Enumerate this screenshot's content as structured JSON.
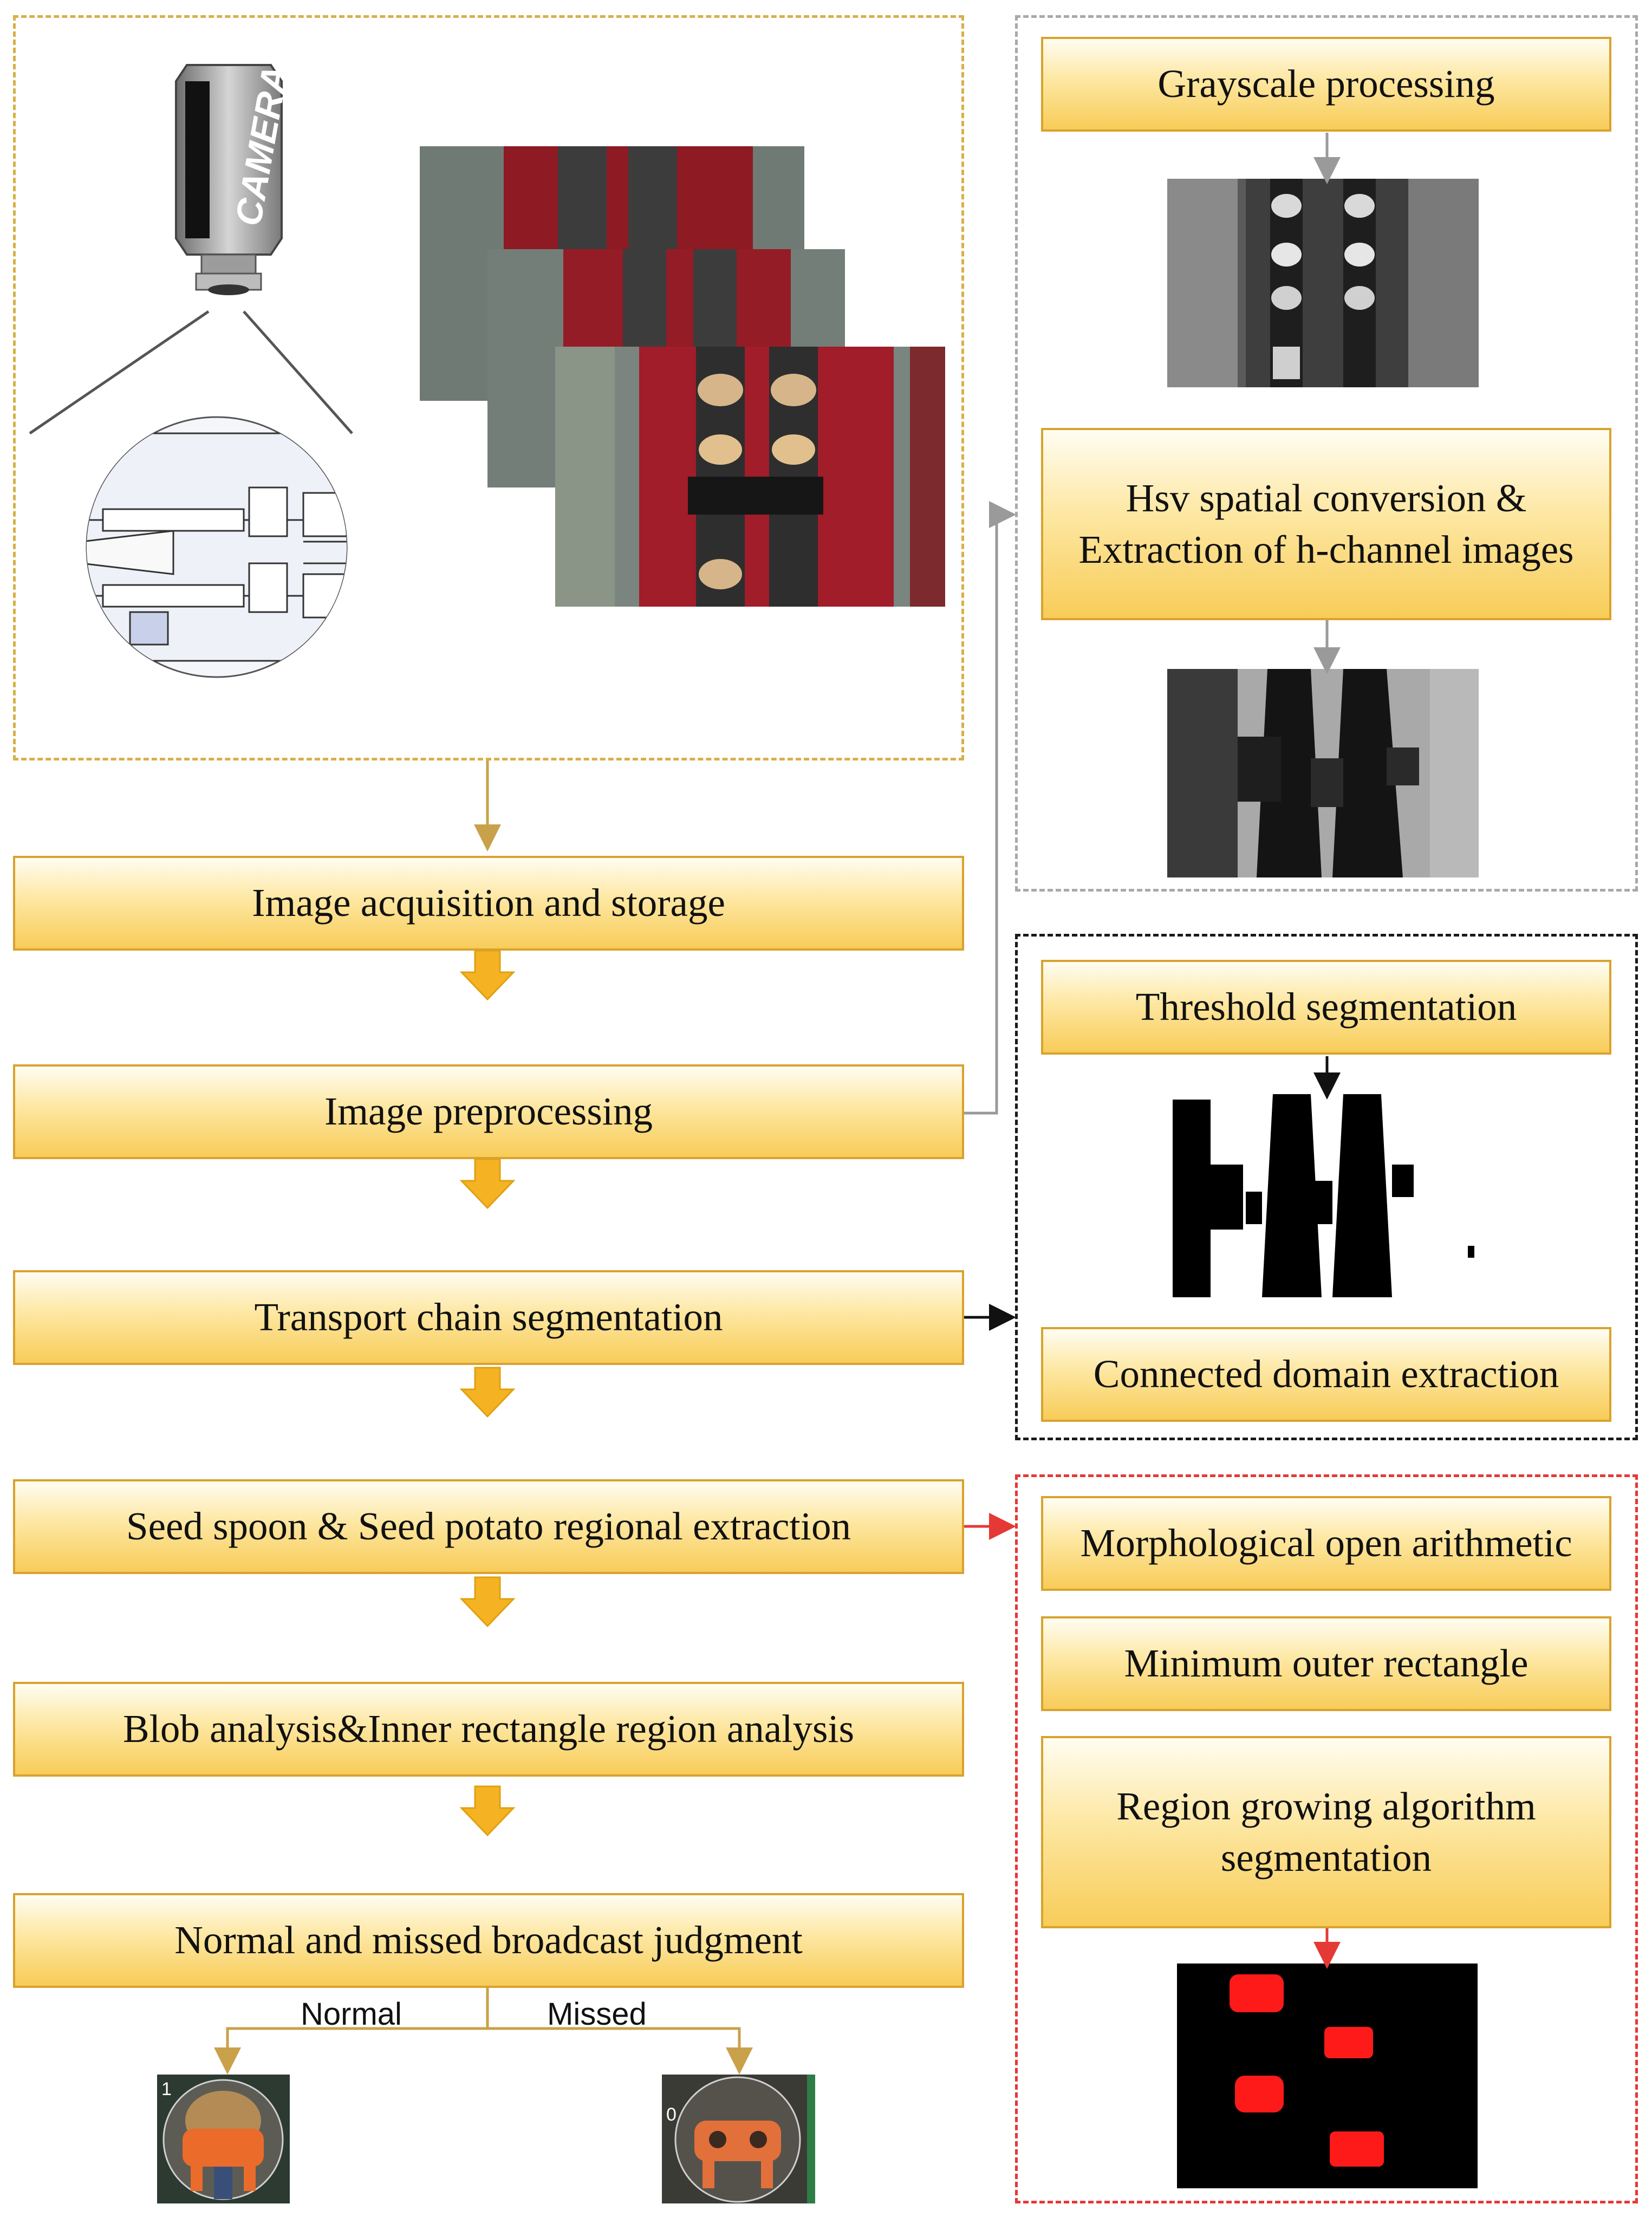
{
  "camera": {
    "label": "CAMERA"
  },
  "flow": {
    "steps": [
      "Image acquisition and storage",
      "Image preprocessing",
      "Transport chain segmentation",
      "Seed spoon & Seed potato regional extraction",
      "Blob analysis&Inner rectangle region analysis",
      "Normal and missed broadcast judgment"
    ]
  },
  "preprocessing": {
    "steps": [
      "Grayscale processing",
      "Hsv spatial conversion & Extraction of h-channel images"
    ]
  },
  "segmentation": {
    "steps": [
      "Threshold segmentation",
      "Connected domain extraction"
    ]
  },
  "extraction": {
    "steps": [
      "Morphological open arithmetic",
      "Minimum outer rectangle",
      "Region growing algorithm segmentation"
    ]
  },
  "judgment": {
    "normal_label": "Normal",
    "missed_label": "Missed",
    "normal_digit": "1",
    "missed_digit": "0"
  },
  "colors": {
    "box_border": "#d9a22e",
    "box_fill": "#f8cc58",
    "arrow_orange": "#f5b323",
    "acq_frame": "#d8b04a",
    "pre_frame": "#a9a9a9",
    "seg_frame": "#1a1a1a",
    "ext_frame": "#e53935"
  }
}
